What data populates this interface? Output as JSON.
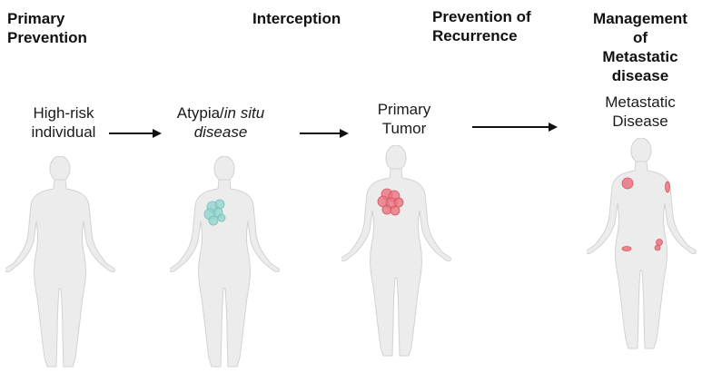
{
  "headings": {
    "primary_prevention": [
      "Primary",
      "Prevention"
    ],
    "interception": "Interception",
    "prevention_of_recurrence": [
      "Prevention of",
      "Recurrence"
    ],
    "management": [
      "Management",
      "of",
      "Metastatic",
      "disease"
    ]
  },
  "stages": {
    "high_risk": [
      "High-risk",
      "individual"
    ],
    "atypia": {
      "line1_plain": "Atypia/",
      "line1_italic": "in situ",
      "line2_italic": "disease"
    },
    "primary_tumor": [
      "Primary",
      "Tumor"
    ],
    "metastatic": [
      "Metastatic",
      "Disease"
    ]
  },
  "colors": {
    "body_fill": "#ececec",
    "body_stroke": "#d2d2d2",
    "atypia_cells": "#8fd3cc",
    "tumor_cells": "#e9747f"
  }
}
